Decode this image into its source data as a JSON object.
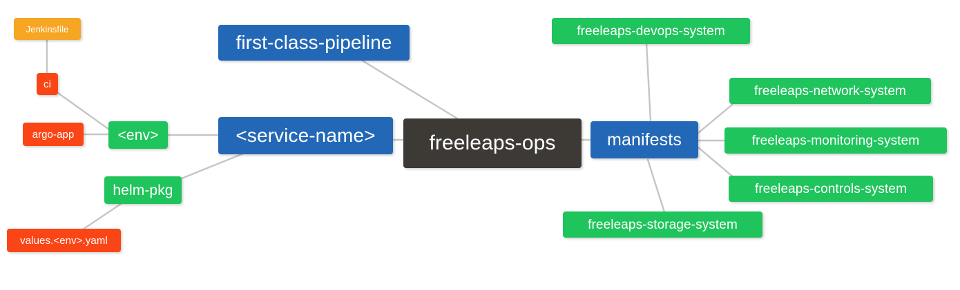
{
  "diagram": {
    "type": "mindmap",
    "title": "freeleaps-ops",
    "background": "#ffffff",
    "edge_color": "#c5c5c5",
    "palette": {
      "root_dark": "#3d3935",
      "blue": "#2368b6",
      "green": "#20c45c",
      "orange": "#f6a623",
      "red_orange": "#fa4616"
    }
  },
  "nodes": {
    "root": {
      "label": "freeleaps-ops",
      "color": "#3d3935"
    },
    "service_name": {
      "label": "<service-name>",
      "color": "#2368b6"
    },
    "first_class_pipeline": {
      "label": "first-class-pipeline",
      "color": "#2368b6"
    },
    "manifests": {
      "label": "manifests",
      "color": "#2368b6"
    },
    "env": {
      "label": "<env>",
      "color": "#20c45c"
    },
    "helm_pkg": {
      "label": "helm-pkg",
      "color": "#20c45c"
    },
    "jenkinsfile": {
      "label": "Jenkinsfile",
      "color": "#f6a623"
    },
    "ci": {
      "label": "ci",
      "color": "#fa4616"
    },
    "argo_app": {
      "label": "argo-app",
      "color": "#fa4616"
    },
    "values_yaml": {
      "label": "values.<env>.yaml",
      "color": "#fa4616"
    },
    "devops_system": {
      "label": "freeleaps-devops-system",
      "color": "#20c45c"
    },
    "network_system": {
      "label": "freeleaps-network-system",
      "color": "#20c45c"
    },
    "monitoring_system": {
      "label": "freeleaps-monitoring-system",
      "color": "#20c45c"
    },
    "controls_system": {
      "label": "freeleaps-controls-system",
      "color": "#20c45c"
    },
    "storage_system": {
      "label": "freeleaps-storage-system",
      "color": "#20c45c"
    }
  },
  "edges": [
    {
      "from": "root",
      "to": "service_name"
    },
    {
      "from": "root",
      "to": "first_class_pipeline"
    },
    {
      "from": "root",
      "to": "manifests"
    },
    {
      "from": "service_name",
      "to": "env"
    },
    {
      "from": "service_name",
      "to": "helm_pkg"
    },
    {
      "from": "env",
      "to": "ci"
    },
    {
      "from": "env",
      "to": "argo_app"
    },
    {
      "from": "ci",
      "to": "jenkinsfile"
    },
    {
      "from": "helm_pkg",
      "to": "values_yaml"
    },
    {
      "from": "manifests",
      "to": "devops_system"
    },
    {
      "from": "manifests",
      "to": "network_system"
    },
    {
      "from": "manifests",
      "to": "monitoring_system"
    },
    {
      "from": "manifests",
      "to": "controls_system"
    },
    {
      "from": "manifests",
      "to": "storage_system"
    }
  ]
}
